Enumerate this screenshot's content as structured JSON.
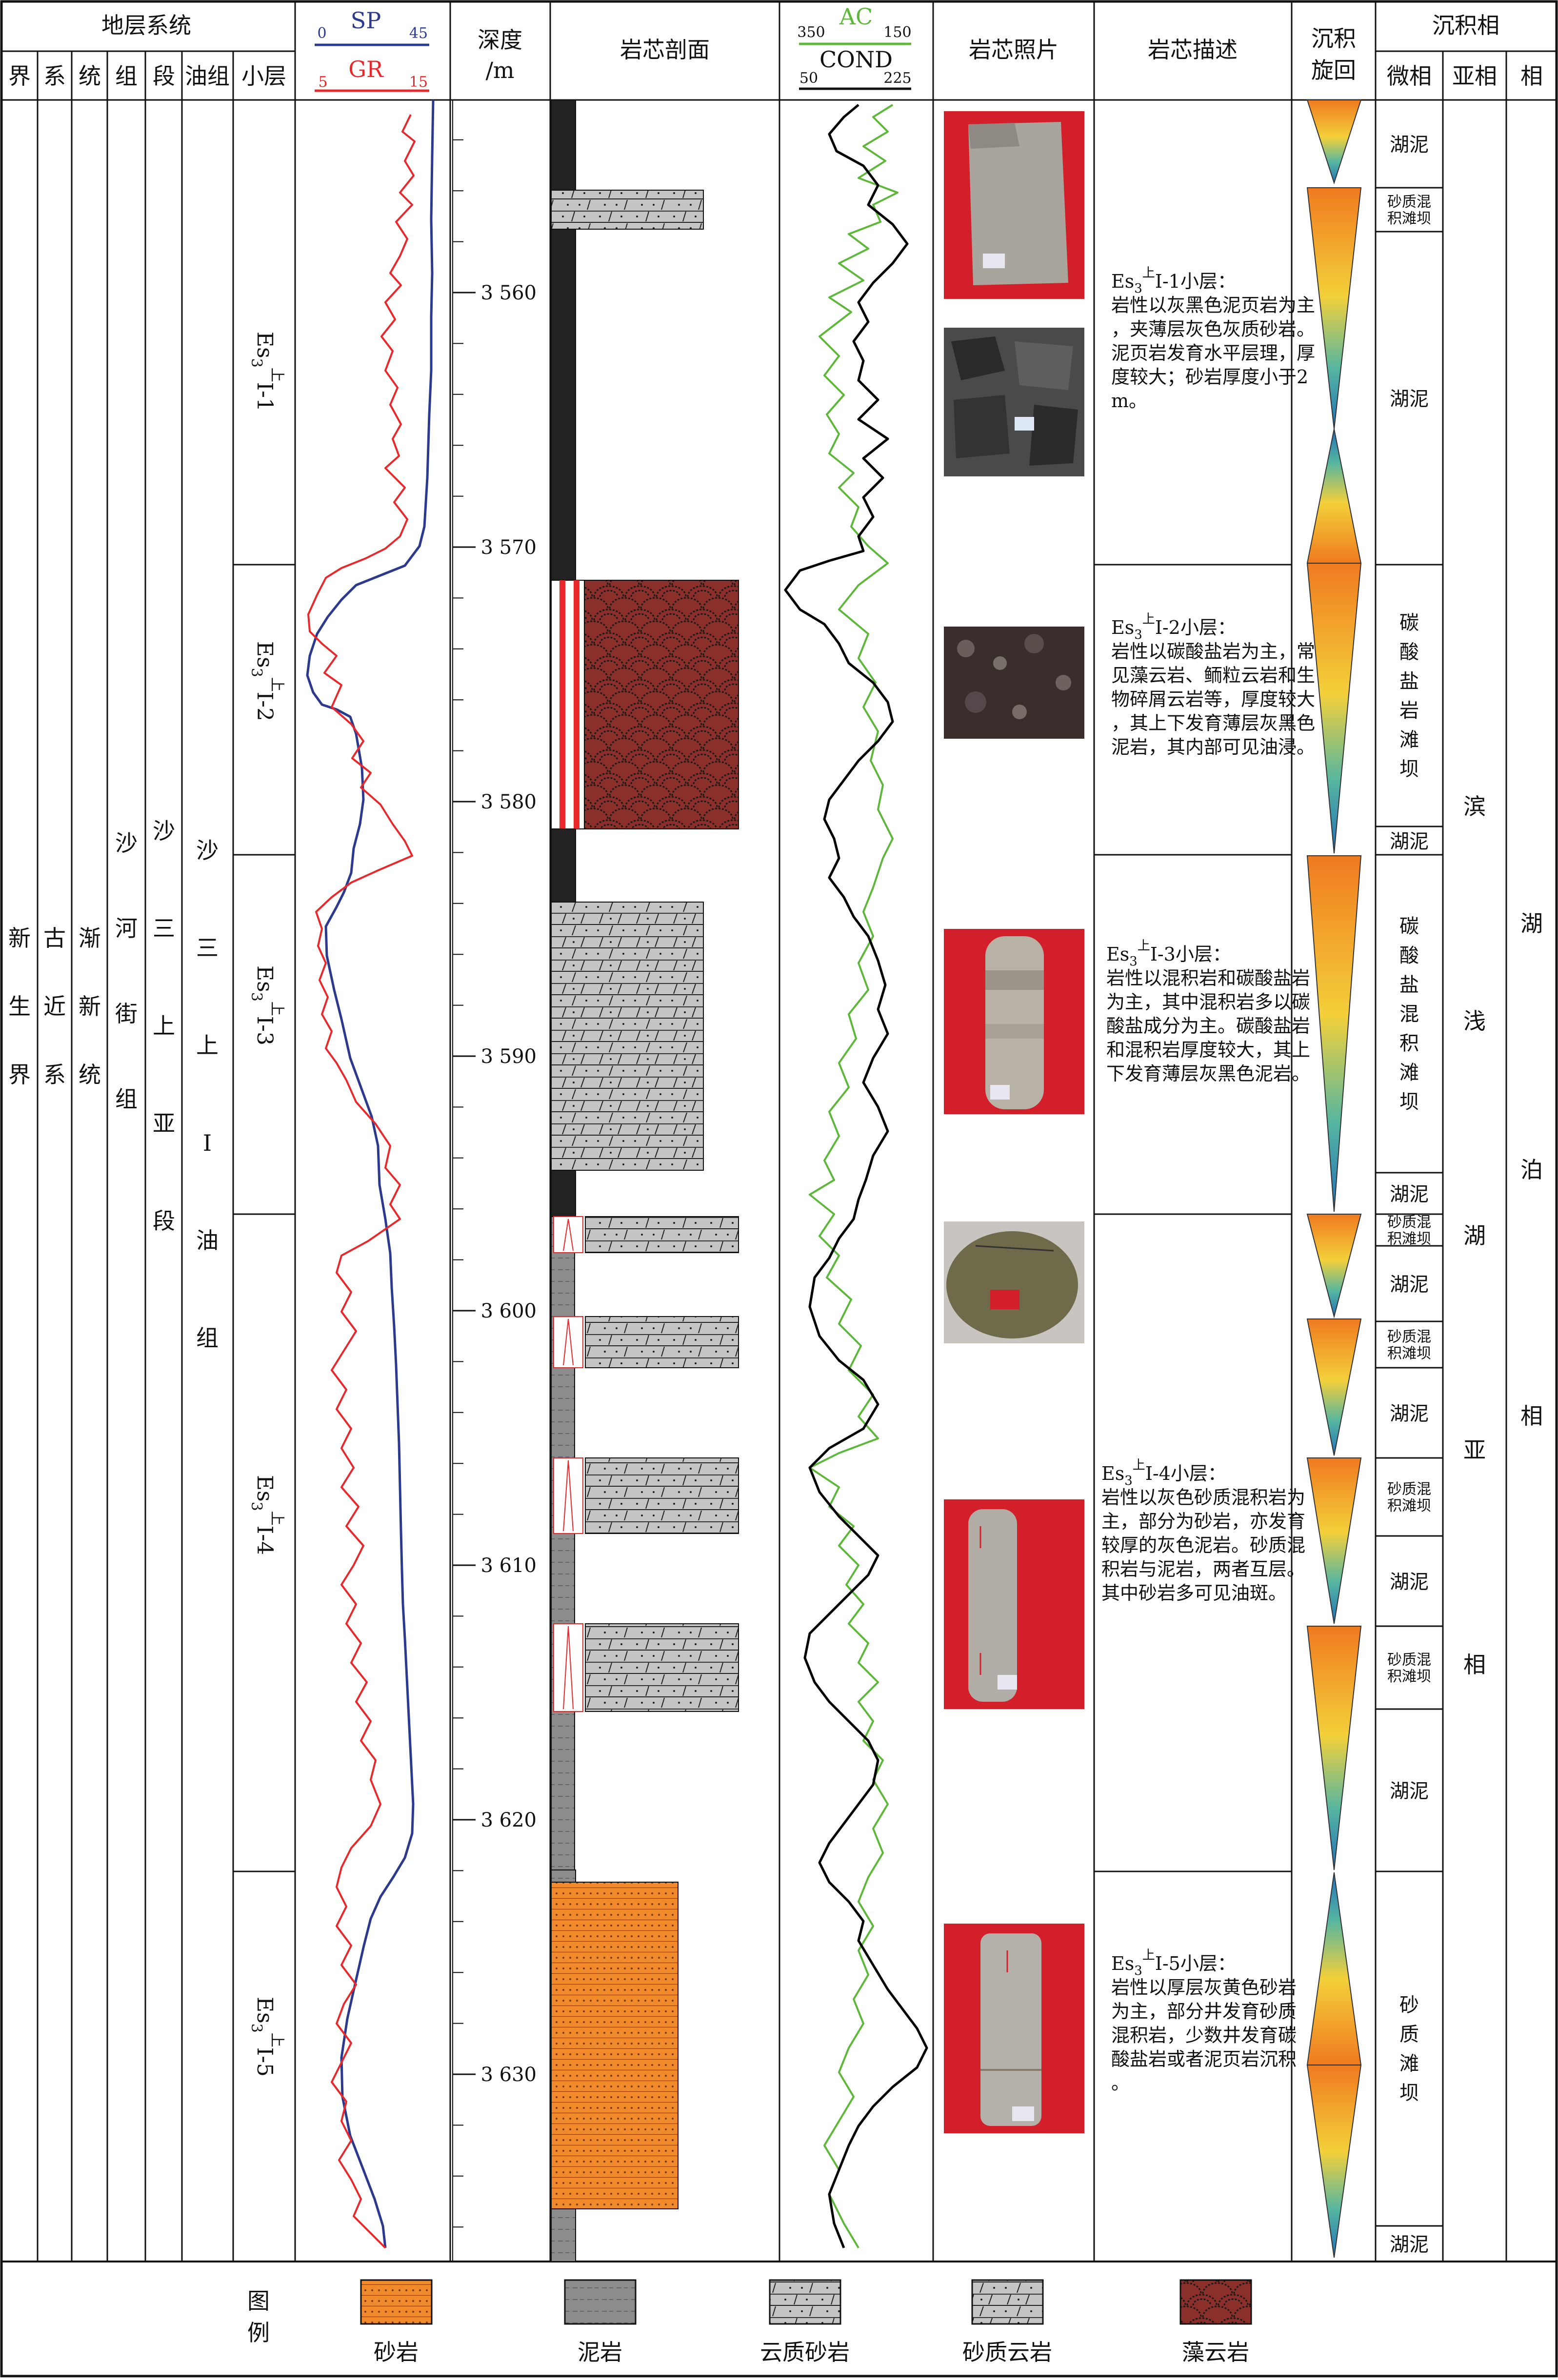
{
  "header": {
    "strat_system": "地层系统",
    "strat_cols": [
      "界",
      "系",
      "统",
      "组",
      "段",
      "油组",
      "小层"
    ],
    "sp_label": "SP",
    "sp_min": "0",
    "sp_max": "45",
    "gr_label": "GR",
    "gr_min": "5",
    "gr_max": "15",
    "depth_label_1": "深度",
    "depth_label_2": "/m",
    "profile_label": "岩芯剖面",
    "ac_label": "AC",
    "ac_min": "350",
    "ac_max": "150",
    "cond_label": "COND",
    "cond_min": "50",
    "cond_max": "225",
    "photo_label": "岩芯照片",
    "desc_label": "岩芯描述",
    "cycle_label_1": "沉积",
    "cycle_label_2": "旋回",
    "facies_label": "沉积相",
    "facies_cols": [
      "微相",
      "亚相",
      "相"
    ]
  },
  "strat": {
    "jie": "新生界",
    "xi": "古近系",
    "tong": "渐新统",
    "zu": "沙河街组",
    "duan": "沙三上亚段",
    "youzu": "沙三上Ⅰ油组"
  },
  "layers": [
    {
      "id": "l1",
      "main": "Es",
      "sub": "3",
      "sup": "上",
      "tail": "Ⅰ-1",
      "desc_title": "小层：",
      "desc": "岩性以灰黑色泥页岩为主，夹薄层灰色灰质砂岩。泥页岩发育水平层理，厚度较大；砂岩厚度小于2 m。"
    },
    {
      "id": "l2",
      "main": "Es",
      "sub": "3",
      "sup": "上",
      "tail": "Ⅰ-2",
      "desc_title": "小层：",
      "desc": "岩性以碳酸盐岩为主，常见藻云岩、鲕粒云岩和生物碎屑云岩等，厚度较大，其上下发育薄层灰黑色泥岩，其内部可见油浸。"
    },
    {
      "id": "l3",
      "main": "Es",
      "sub": "3",
      "sup": "上",
      "tail": "Ⅰ-3",
      "desc_title": "小层：",
      "desc": "岩性以混积岩和碳酸盐岩为主，其中混积岩多以碳酸盐成分为主。碳酸盐岩和混积岩厚度较大，其上下发育薄层灰黑色泥岩。"
    },
    {
      "id": "l4",
      "main": "Es",
      "sub": "3",
      "sup": "上",
      "tail": "Ⅰ-4",
      "desc_title": "小层：",
      "desc": "岩性以灰色砂质混积岩为主，部分为砂岩，亦发育较厚的灰色泥岩。砂质混积岩与泥岩，两者互层。其中砂岩多可见油斑。"
    },
    {
      "id": "l5",
      "main": "Es",
      "sub": "3",
      "sup": "上",
      "tail": "Ⅰ-5",
      "desc_title": "小层：",
      "desc": "岩性以厚层灰黄色砂岩为主，部分井发育砂质混积岩，少数井发育碳酸盐岩或者泥页岩沉积。"
    }
  ],
  "depth_labels": [
    "3 560",
    "3 570",
    "3 580",
    "3 590",
    "3 600",
    "3 610",
    "3 620",
    "3 630"
  ],
  "micro_facies": [
    {
      "id": "mf1",
      "text": "湖泥"
    },
    {
      "id": "mf2",
      "text": "砂质混积滩坝"
    },
    {
      "id": "mf3",
      "text": "湖泥"
    },
    {
      "id": "mf4",
      "text": "碳酸盐岩滩坝"
    },
    {
      "id": "mf5",
      "text": "湖泥"
    },
    {
      "id": "mf6",
      "text": "碳酸盐混积滩坝"
    },
    {
      "id": "mf7",
      "text": "湖泥"
    },
    {
      "id": "mf8",
      "text": "砂质混积滩坝"
    },
    {
      "id": "mf9",
      "text": "湖泥"
    },
    {
      "id": "mf10",
      "text": "砂质混积滩坝"
    },
    {
      "id": "mf11",
      "text": "湖泥"
    },
    {
      "id": "mf12",
      "text": "砂质混积滩坝"
    },
    {
      "id": "mf13",
      "text": "湖泥"
    },
    {
      "id": "mf14",
      "text": "砂质混积滩坝"
    },
    {
      "id": "mf15",
      "text": "湖泥"
    },
    {
      "id": "mf16",
      "text": "砂质滩坝"
    },
    {
      "id": "mf17",
      "text": "湖泥"
    }
  ],
  "sub_facies": "滨浅湖亚相",
  "facies": "湖泊相",
  "legend": {
    "title": "图例",
    "items": [
      "砂岩",
      "泥岩",
      "云质砂岩",
      "砂质云岩",
      "藻云岩"
    ]
  },
  "colors": {
    "sp": "#2b3a8f",
    "gr": "#e8282a",
    "ac": "#5db83a",
    "cond": "#000000",
    "sandstone": "#f08a2a",
    "mudstone": "#8c8c8c",
    "dolomitic_sand": "#c0c0c0",
    "algal_dolomite": "#8a2f2a",
    "black_mud": "#222222"
  }
}
